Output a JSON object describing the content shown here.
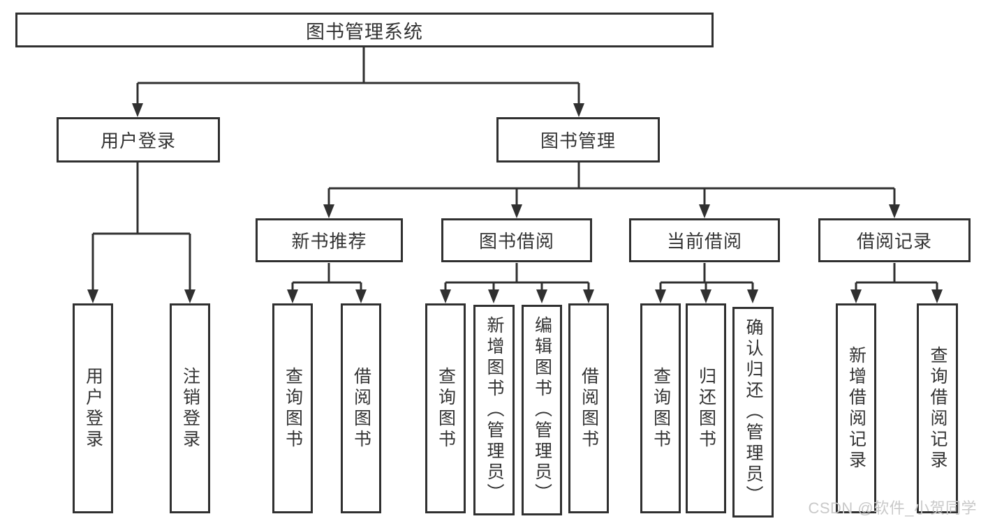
{
  "tree": {
    "root": "图书管理系统",
    "branches": [
      {
        "label": "用户登录",
        "children": [
          "用户登录",
          "注销登录"
        ]
      },
      {
        "label": "图书管理",
        "groups": [
          {
            "label": "新书推荐",
            "children": [
              "查询图书",
              "借阅图书"
            ]
          },
          {
            "label": "图书借阅",
            "children": [
              "查询图书",
              "新增图书（管理员）",
              "编辑图书（管理员）",
              "借阅图书"
            ]
          },
          {
            "label": "当前借阅",
            "children": [
              "查询图书",
              "归还图书",
              "确认归还（管理员）"
            ]
          },
          {
            "label": "借阅记录",
            "children": [
              "新增借阅记录",
              "查询借阅记录"
            ]
          }
        ]
      }
    ]
  },
  "watermark": {
    "text": "CSDN @软件_小贺同学"
  },
  "colors": {
    "line": "#303030",
    "text": "#333333",
    "watermark": "#c9c9c9",
    "background": "#ffffff"
  }
}
